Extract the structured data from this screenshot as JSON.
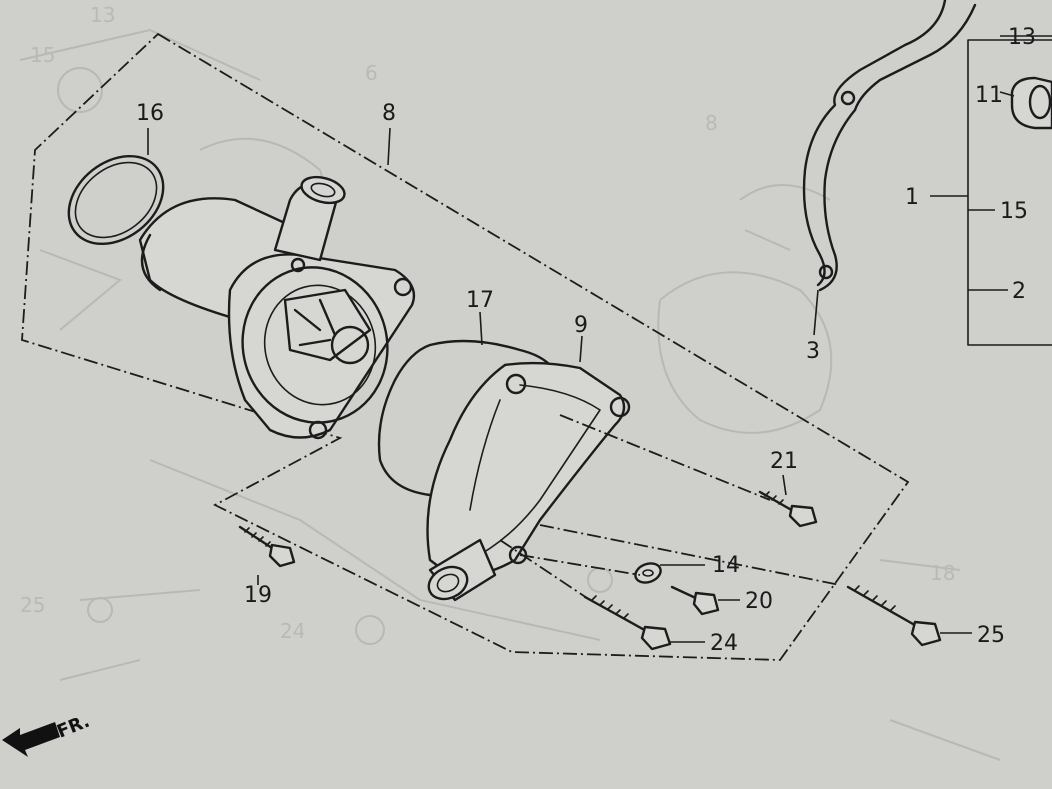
{
  "labels": {
    "p1": "1",
    "p2": "2",
    "p3": "3",
    "p8": "8",
    "p9": "9",
    "p11": "11",
    "p13": "13",
    "p14": "14",
    "p15": "15",
    "p16": "16",
    "p17": "17",
    "p19": "19",
    "p20": "20",
    "p21": "21",
    "p24": "24",
    "p25": "25"
  },
  "direction_mark": "FR.",
  "icons": {
    "direction": "front-arrow-icon"
  },
  "colors": {
    "paper": "#cfcfcc",
    "ink": "#1c1c1c",
    "ghost": "#b8b8b4"
  }
}
